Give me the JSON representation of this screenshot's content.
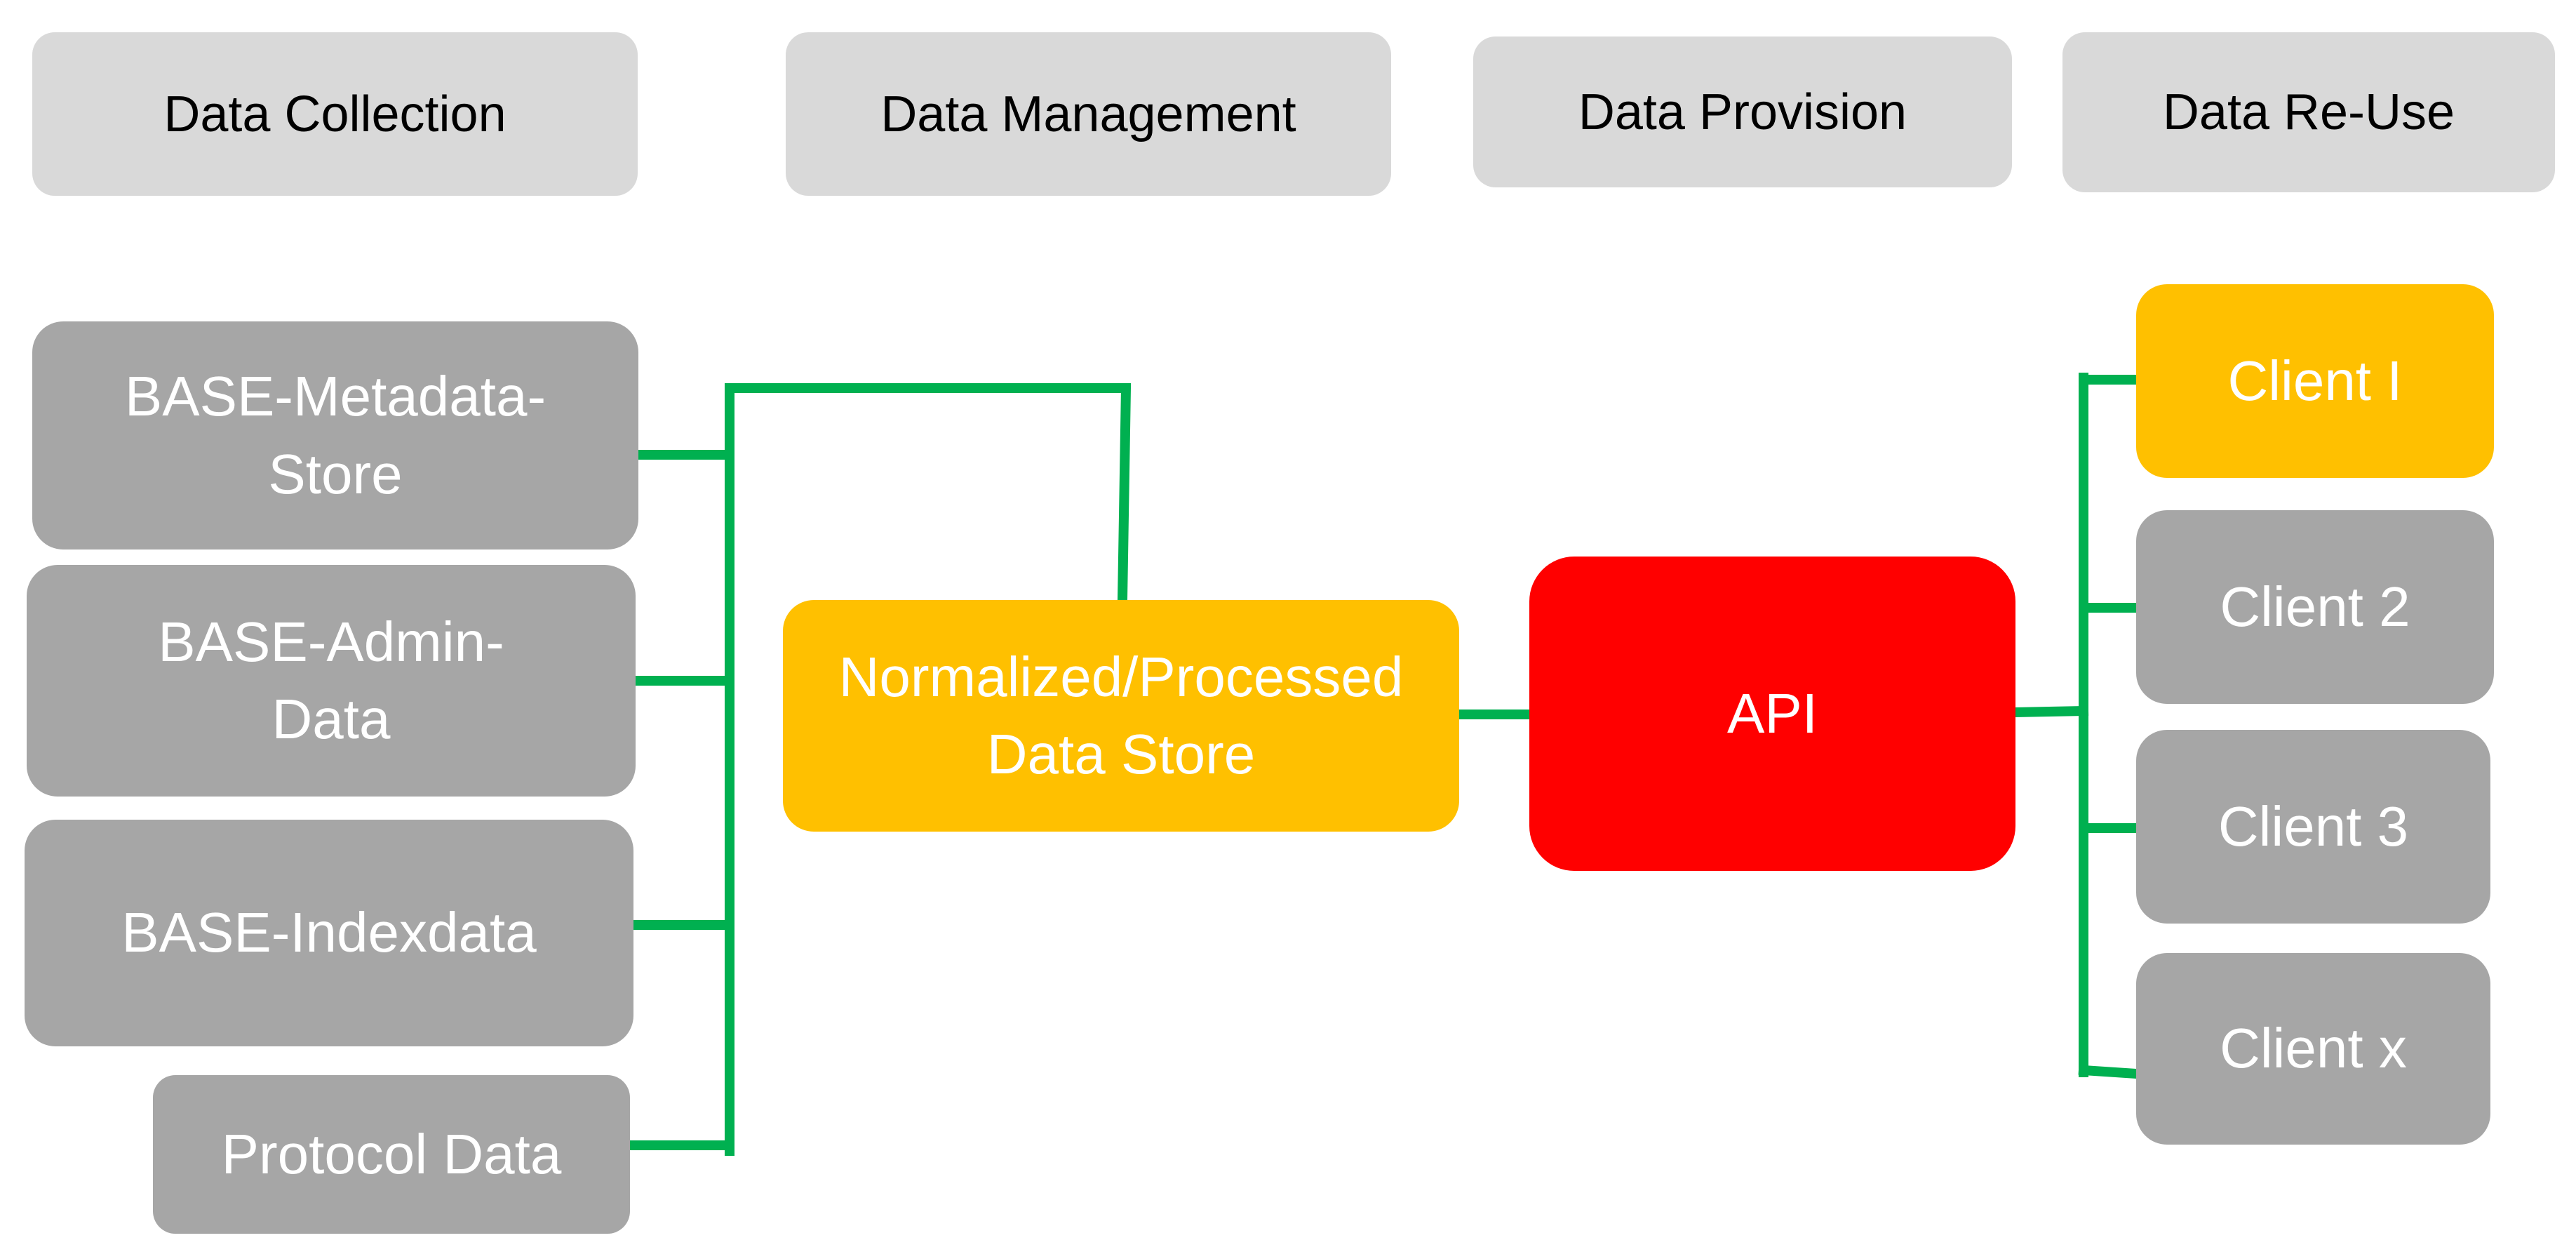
{
  "colors": {
    "header_fill": "#d9d9d9",
    "source_fill": "#a6a6a6",
    "highlight_fill": "#ffc000",
    "api_fill": "#ff0000",
    "connector": "#00b050",
    "text_light": "#ffffff",
    "text_dark": "#000000"
  },
  "stages": [
    {
      "id": "collection",
      "label": "Data Collection"
    },
    {
      "id": "management",
      "label": "Data Management"
    },
    {
      "id": "provision",
      "label": "Data Provision"
    },
    {
      "id": "reuse",
      "label": "Data Re-Use"
    }
  ],
  "sources": [
    {
      "id": "metadata-store",
      "label": "BASE-Metadata-\nStore"
    },
    {
      "id": "admin-data",
      "label": "BASE-Admin-\nData"
    },
    {
      "id": "indexdata",
      "label": "BASE-Indexdata"
    },
    {
      "id": "protocol-data",
      "label": "Protocol Data"
    }
  ],
  "store": {
    "label": "Normalized/Processed\nData Store"
  },
  "api": {
    "label": "API"
  },
  "clients": [
    {
      "id": "client-1",
      "label": "Client I",
      "highlight": true
    },
    {
      "id": "client-2",
      "label": "Client 2",
      "highlight": false
    },
    {
      "id": "client-3",
      "label": "Client 3",
      "highlight": false
    },
    {
      "id": "client-x",
      "label": "Client  x",
      "highlight": false
    }
  ]
}
